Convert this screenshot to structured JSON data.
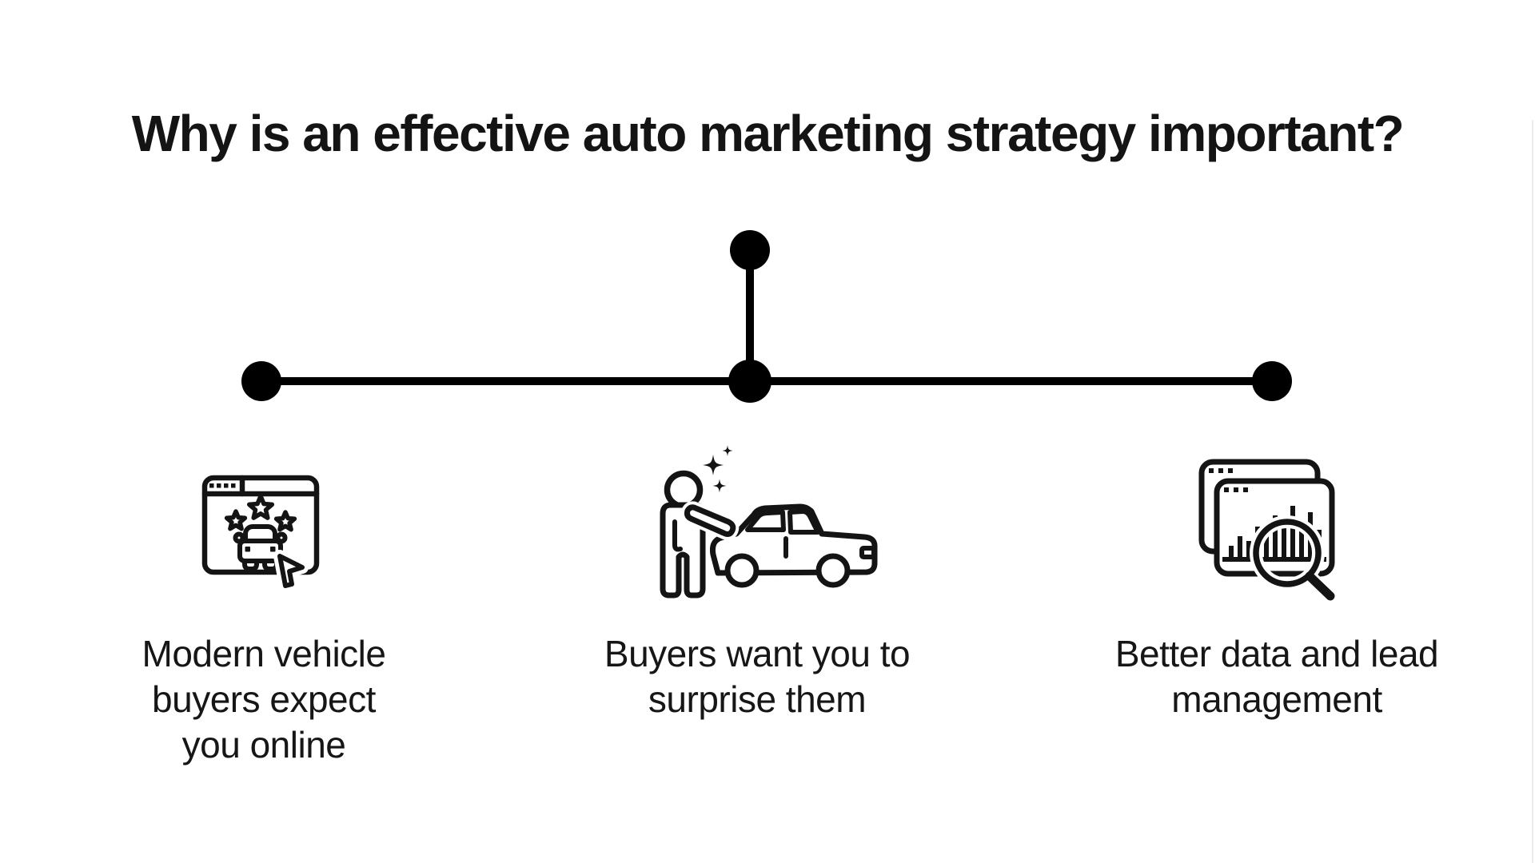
{
  "page": {
    "background_color": "#ffffff",
    "text_color": "#161616",
    "diagram_color": "#000000"
  },
  "title": "Why is an effective auto marketing strategy important?",
  "connector": {
    "style": "horizontal line with three nodes and one raised center node",
    "node_color": "#000000",
    "line_color": "#000000"
  },
  "items": [
    {
      "icon": "browser-car-rating-icon",
      "label": "Modern vehicle\nbuyers expect\nyou online"
    },
    {
      "icon": "person-car-sparkles-icon",
      "label": "Buyers want you to\nsurprise them"
    },
    {
      "icon": "data-windows-magnifier-icon",
      "label": "Better data and lead\nmanagement"
    }
  ]
}
